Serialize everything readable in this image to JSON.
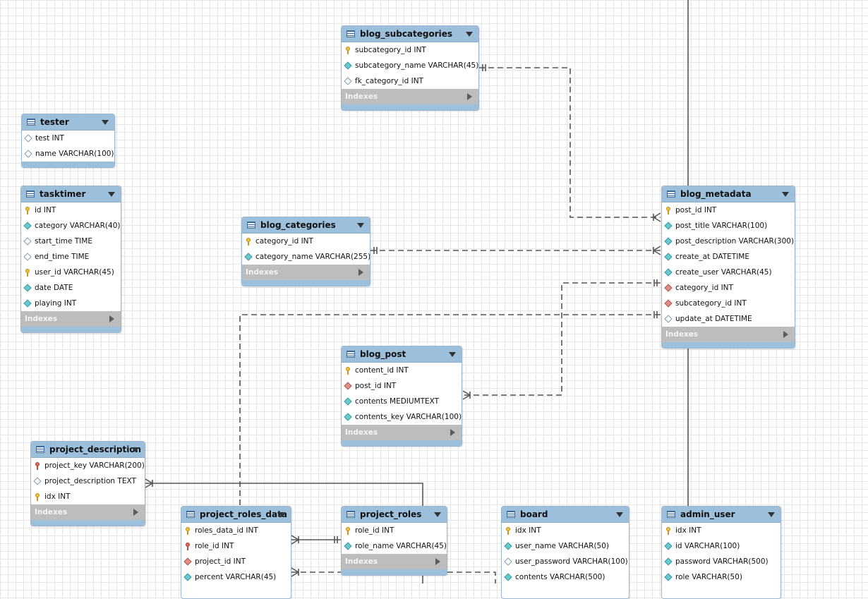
{
  "tables": {
    "blog_subcategories": {
      "name": "blog_subcategories",
      "columns": [
        {
          "icon": "key",
          "text": "subcategory_id INT"
        },
        {
          "icon": "dia",
          "text": "subcategory_name VARCHAR(45)"
        },
        {
          "icon": "dia-empty",
          "text": "fk_category_id INT"
        }
      ],
      "indexes_label": "Indexes"
    },
    "tester": {
      "name": "tester",
      "columns": [
        {
          "icon": "dia-empty",
          "text": "test INT"
        },
        {
          "icon": "dia-empty",
          "text": "name VARCHAR(100)"
        }
      ]
    },
    "tasktimer": {
      "name": "tasktimer",
      "columns": [
        {
          "icon": "key",
          "text": "id INT"
        },
        {
          "icon": "dia",
          "text": "category VARCHAR(40)"
        },
        {
          "icon": "dia-empty",
          "text": "start_time TIME"
        },
        {
          "icon": "dia-empty",
          "text": "end_time TIME"
        },
        {
          "icon": "key",
          "text": "user_id VARCHAR(45)"
        },
        {
          "icon": "dia",
          "text": "date DATE"
        },
        {
          "icon": "dia",
          "text": "playing INT"
        }
      ],
      "indexes_label": "Indexes"
    },
    "blog_categories": {
      "name": "blog_categories",
      "columns": [
        {
          "icon": "key",
          "text": "category_id INT"
        },
        {
          "icon": "dia",
          "text": "category_name VARCHAR(255)"
        }
      ],
      "indexes_label": "Indexes"
    },
    "blog_metadata": {
      "name": "blog_metadata",
      "columns": [
        {
          "icon": "key",
          "text": "post_id INT"
        },
        {
          "icon": "dia",
          "text": "post_title VARCHAR(100)"
        },
        {
          "icon": "dia",
          "text": "post_description VARCHAR(300)"
        },
        {
          "icon": "dia",
          "text": "create_at DATETIME"
        },
        {
          "icon": "dia",
          "text": "create_user VARCHAR(45)"
        },
        {
          "icon": "dia-fk",
          "text": "category_id INT"
        },
        {
          "icon": "dia-fk",
          "text": "subcategory_id INT"
        },
        {
          "icon": "dia-empty",
          "text": "update_at DATETIME"
        }
      ],
      "indexes_label": "Indexes"
    },
    "blog_post": {
      "name": "blog_post",
      "columns": [
        {
          "icon": "key",
          "text": "content_id INT"
        },
        {
          "icon": "dia-fk",
          "text": "post_id INT"
        },
        {
          "icon": "dia",
          "text": "contents MEDIUMTEXT"
        },
        {
          "icon": "dia",
          "text": "contents_key VARCHAR(100)"
        }
      ],
      "indexes_label": "Indexes"
    },
    "project_description": {
      "name": "project_description",
      "columns": [
        {
          "icon": "fkey",
          "text": "project_key VARCHAR(200)"
        },
        {
          "icon": "dia-empty",
          "text": "project_description TEXT"
        },
        {
          "icon": "key",
          "text": "idx INT"
        }
      ],
      "indexes_label": "Indexes"
    },
    "project_roles_data": {
      "name": "project_roles_data",
      "columns": [
        {
          "icon": "key",
          "text": "roles_data_id INT"
        },
        {
          "icon": "fkey",
          "text": "role_id INT"
        },
        {
          "icon": "dia-fk",
          "text": "project_id INT"
        },
        {
          "icon": "dia",
          "text": "percent VARCHAR(45)"
        }
      ]
    },
    "project_roles": {
      "name": "project_roles",
      "columns": [
        {
          "icon": "key",
          "text": "role_id INT"
        },
        {
          "icon": "dia",
          "text": "role_name VARCHAR(45)"
        }
      ],
      "indexes_label": "Indexes"
    },
    "board": {
      "name": "board",
      "columns": [
        {
          "icon": "key",
          "text": "idx INT"
        },
        {
          "icon": "dia",
          "text": "user_name VARCHAR(50)"
        },
        {
          "icon": "dia-empty",
          "text": "user_password VARCHAR(100)"
        },
        {
          "icon": "dia",
          "text": "contents VARCHAR(500)"
        }
      ]
    },
    "admin_user": {
      "name": "admin_user",
      "columns": [
        {
          "icon": "key",
          "text": "idx INT"
        },
        {
          "icon": "dia",
          "text": "id VARCHAR(100)"
        },
        {
          "icon": "dia",
          "text": "password VARCHAR(500)"
        },
        {
          "icon": "dia",
          "text": "role VARCHAR(50)"
        }
      ]
    }
  },
  "colors": {
    "header": "#9cbfdc",
    "indexes_bar": "#bdbdbd",
    "connector": "#555555"
  }
}
